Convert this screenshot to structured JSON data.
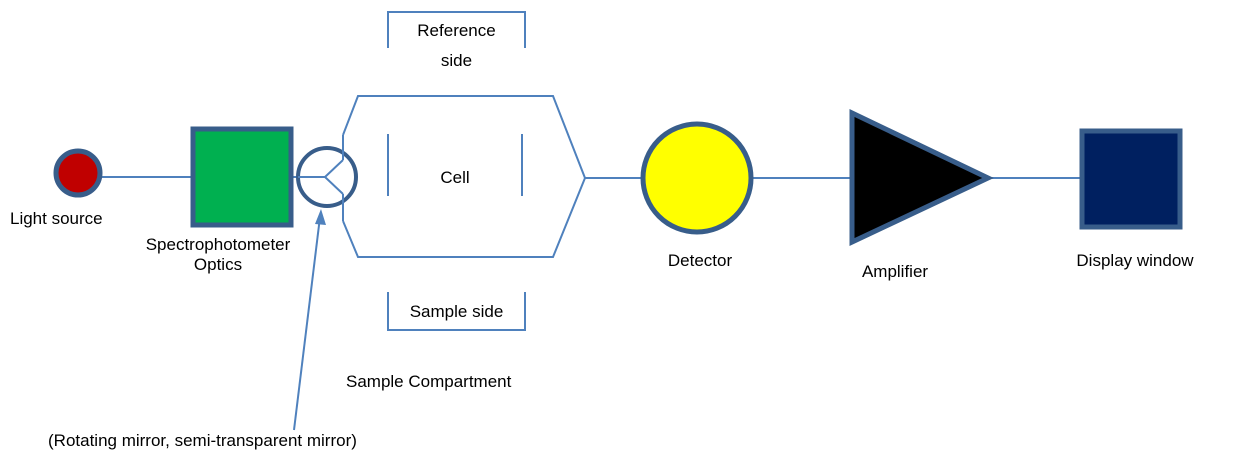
{
  "labels": {
    "light_source": "Light source",
    "optics_line1": "Spectrophotometer",
    "optics_line2": "Optics",
    "reference_line1": "Reference",
    "reference_line2": "side",
    "cell": "Cell",
    "sample_side": "Sample  side",
    "sample_compartment": "Sample Compartment",
    "mirror_note": "(Rotating mirror, semi-transparent mirror)",
    "detector": "Detector",
    "amplifier": "Amplifier",
    "display_window": "Display window"
  },
  "colors": {
    "line": "#4f81bd",
    "outline": "#385d8a",
    "light_source_fill": "#c00000",
    "optics_fill": "#00b050",
    "detector_fill": "#ffff00",
    "amplifier_fill": "#000000",
    "display_fill": "#002060",
    "mirror_fill": "#ffffff"
  }
}
